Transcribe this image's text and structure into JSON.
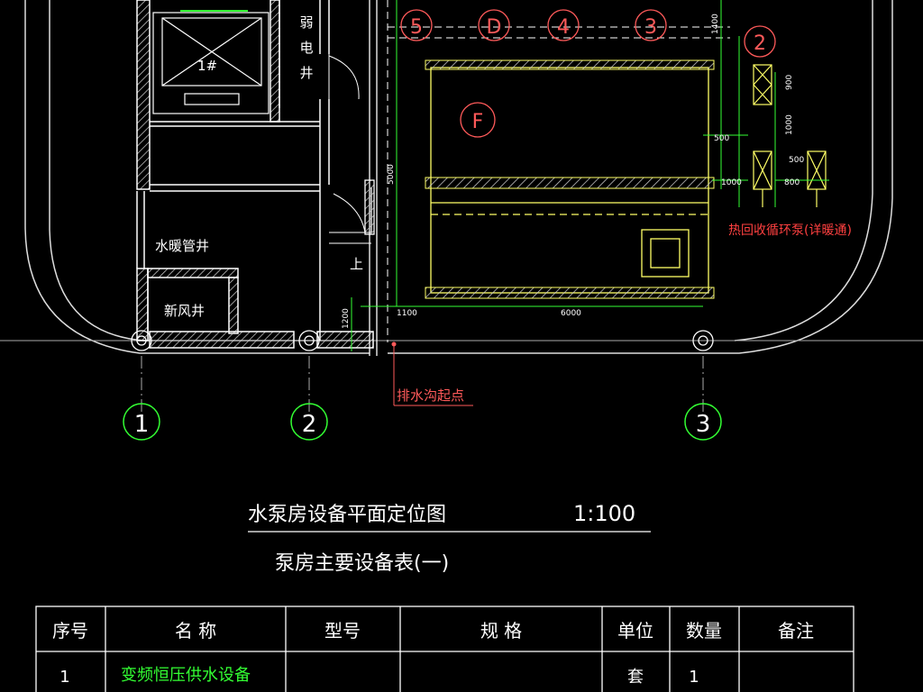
{
  "drawing": {
    "title": "水泵房设备平面定位图",
    "scale": "1:100",
    "table_title": "泵房主要设备表(一)",
    "axis_bottom": [
      "1",
      "2",
      "3"
    ],
    "axis_top": [
      "5",
      "D",
      "4",
      "3"
    ],
    "axis_right": "2",
    "room_marker": "F",
    "labels": {
      "elevator": "1#",
      "weak_current_shaft": [
        "弱",
        "电",
        "井"
      ],
      "hvac_shaft": "水暖管井",
      "fresh_air_shaft": "新风井",
      "stair_up": "上",
      "drain_start": "排水沟起点",
      "pump_note": "热回收循环泵(详暖通)"
    },
    "dimensions": {
      "d1400": "1400",
      "d5000": "5000",
      "d500a": "500",
      "d500b": "500",
      "d1000": "1000",
      "d800": "800",
      "d6000": "6000",
      "d1100": "1100",
      "d1200": "1200",
      "d900": "900",
      "d1000b": "1000"
    }
  },
  "equipment_table": {
    "headers": [
      "序号",
      "名 称",
      "型号",
      "规 格",
      "单位",
      "数量",
      "备注"
    ],
    "rows": [
      [
        "1",
        "变频恒压供水设备",
        "",
        "",
        "套",
        "1",
        ""
      ]
    ]
  },
  "colors": {
    "background": "#000000",
    "wall": "#ffffff",
    "axis_green": "#33ff33",
    "axis_red": "#ff5a5a",
    "equipment_yellow": "#ffff66",
    "label_red": "#ff4040",
    "text_white": "#ffffff",
    "table_green_text": "#33ff33"
  }
}
